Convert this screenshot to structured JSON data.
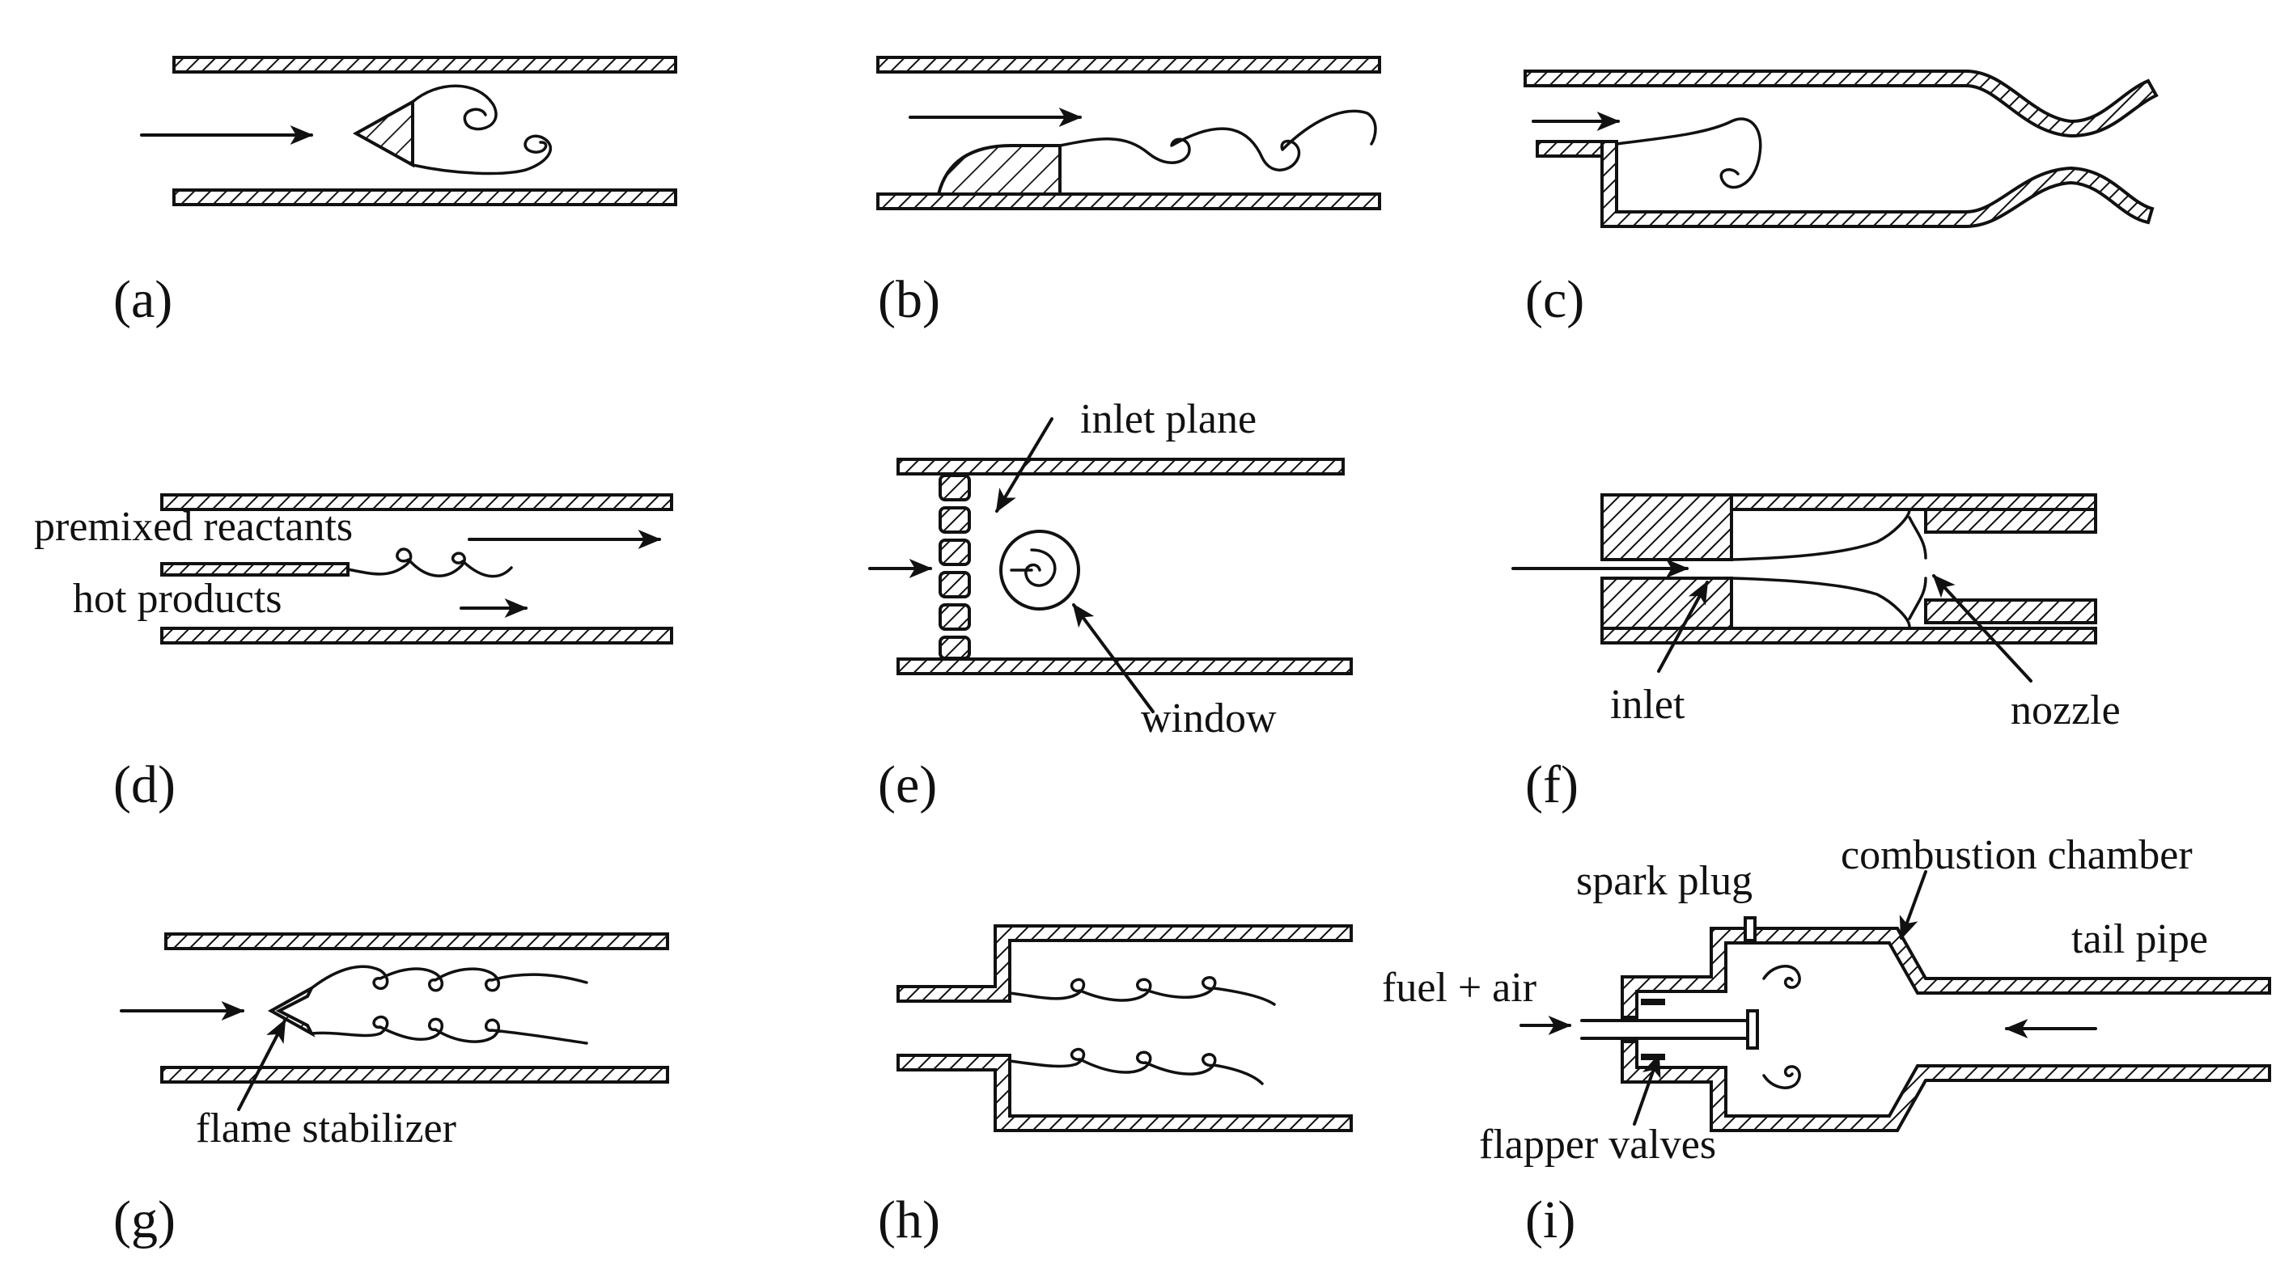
{
  "panels": [
    {
      "id": "a",
      "label": "(a)",
      "annotations": []
    },
    {
      "id": "b",
      "label": "(b)",
      "annotations": []
    },
    {
      "id": "c",
      "label": "(c)",
      "annotations": []
    },
    {
      "id": "d",
      "label": "(d)",
      "annotations": [
        "premixed reactants",
        "hot products"
      ]
    },
    {
      "id": "e",
      "label": "(e)",
      "annotations": [
        "inlet plane",
        "window"
      ]
    },
    {
      "id": "f",
      "label": "(f)",
      "annotations": [
        "inlet",
        "nozzle"
      ]
    },
    {
      "id": "g",
      "label": "(g)",
      "annotations": [
        "flame stabilizer"
      ]
    },
    {
      "id": "h",
      "label": "(h)",
      "annotations": []
    },
    {
      "id": "i",
      "label": "(i)",
      "annotations": [
        "spark plug",
        "combustion chamber",
        "tail pipe",
        "fuel + air",
        "flapper valves"
      ]
    }
  ],
  "colors": {
    "ink": "#111111",
    "background": "#ffffff"
  }
}
